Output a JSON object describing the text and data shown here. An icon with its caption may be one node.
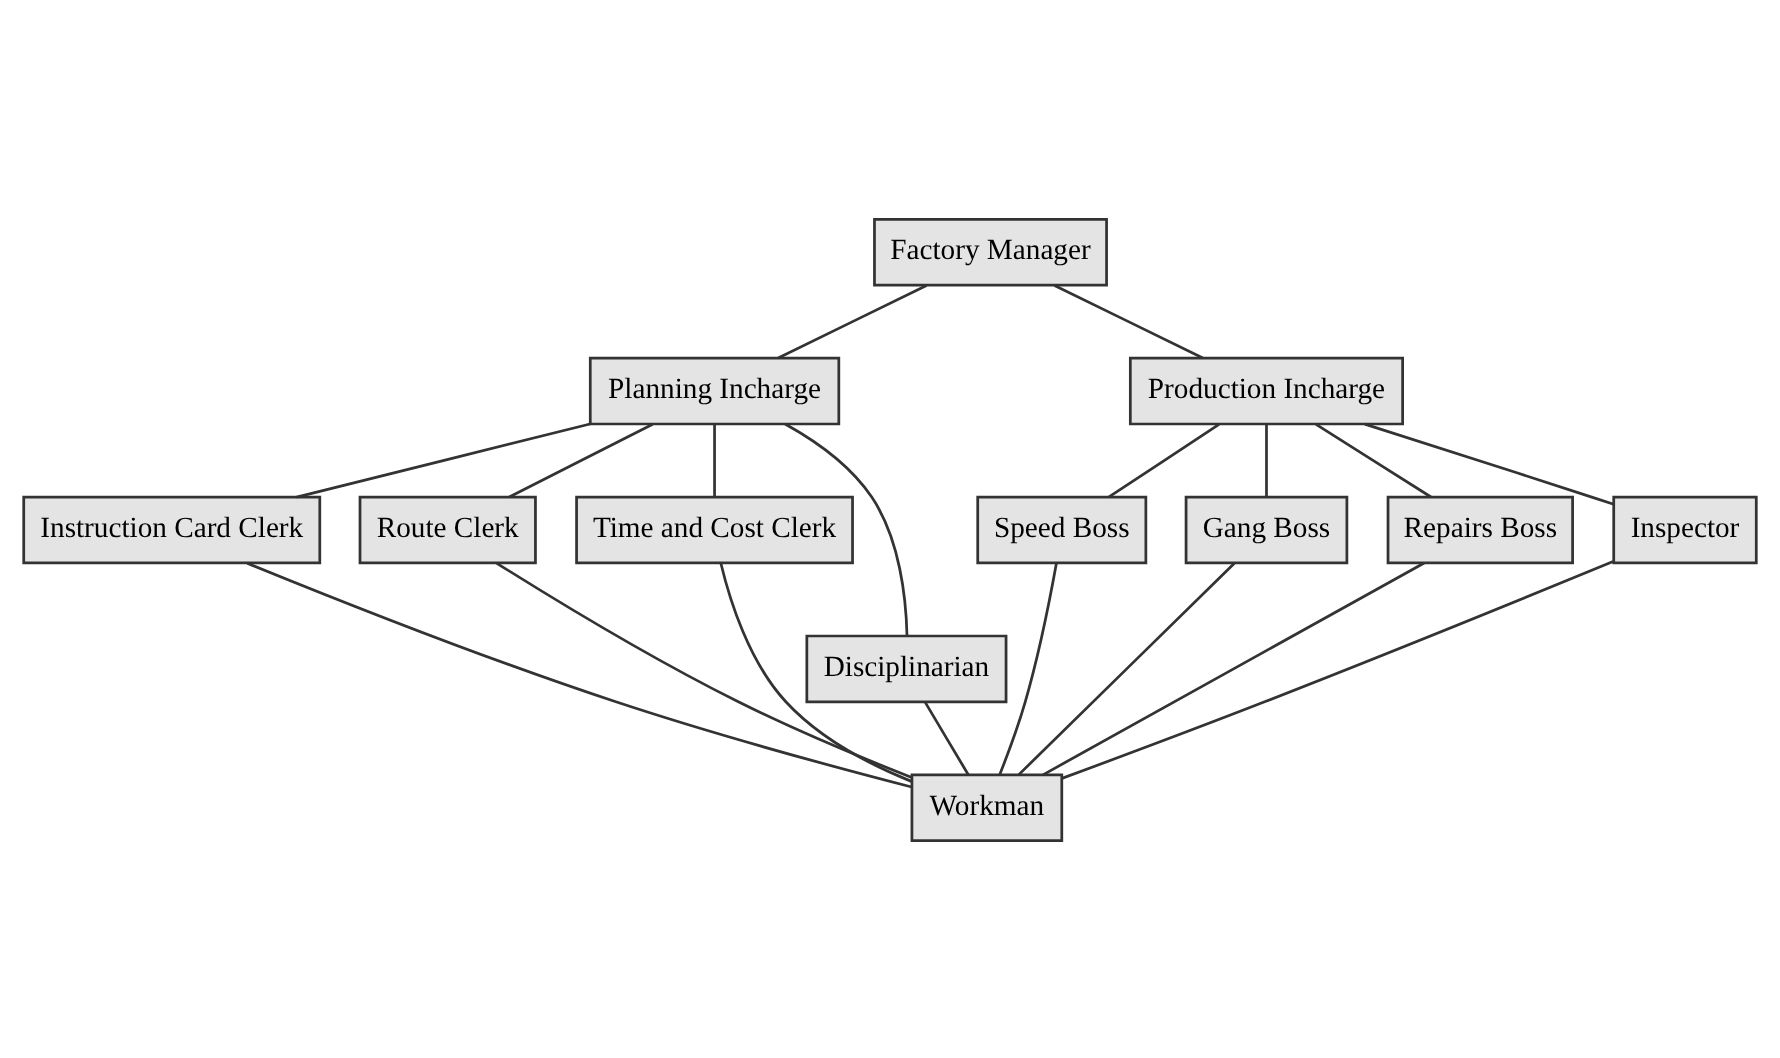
{
  "diagram": {
    "nodes": [
      {
        "text": [
          "Factory Manager"
        ]
      },
      {
        "text": [
          "Planning Incharge"
        ]
      },
      {
        "text": [
          "Production Incharge"
        ]
      },
      {
        "text": [
          "Instruction Card Clerk"
        ]
      },
      {
        "text": [
          "Route Clerk"
        ]
      },
      {
        "text": [
          "Time and Cost Clerk"
        ]
      },
      {
        "text": [
          "Disciplinarian"
        ]
      },
      {
        "text": [
          "Speed Boss"
        ]
      },
      {
        "text": [
          "Gang Boss"
        ]
      },
      {
        "text": [
          "Repairs Boss"
        ]
      },
      {
        "text": [
          "Inspector"
        ]
      },
      {
        "text": [
          "Workman"
        ]
      }
    ],
    "edges": [
      {
        "from": 0,
        "to": 1,
        "arrow": "none"
      },
      {
        "from": 0,
        "to": 2,
        "arrow": "none"
      },
      {
        "from": 1,
        "to": 3,
        "arrow": "none"
      },
      {
        "from": 1,
        "to": 4,
        "arrow": "none"
      },
      {
        "from": 1,
        "to": 5,
        "arrow": "none"
      },
      {
        "from": 1,
        "to": 6,
        "arrow": "none"
      },
      {
        "from": 2,
        "to": 7,
        "arrow": "none"
      },
      {
        "from": 2,
        "to": 8,
        "arrow": "none"
      },
      {
        "from": 2,
        "to": 9,
        "arrow": "none"
      },
      {
        "from": 2,
        "to": 10,
        "arrow": "none"
      },
      {
        "from": 3,
        "to": 11,
        "arrow": "none"
      },
      {
        "from": 4,
        "to": 11,
        "arrow": "none"
      },
      {
        "from": 5,
        "to": 11,
        "arrow": "none"
      },
      {
        "from": 6,
        "to": 11,
        "arrow": "none"
      },
      {
        "from": 7,
        "to": 11,
        "arrow": "none"
      },
      {
        "from": 8,
        "to": 11,
        "arrow": "none"
      },
      {
        "from": 9,
        "to": 11,
        "arrow": "none"
      },
      {
        "from": 10,
        "to": 11,
        "arrow": "none"
      }
    ]
  }
}
